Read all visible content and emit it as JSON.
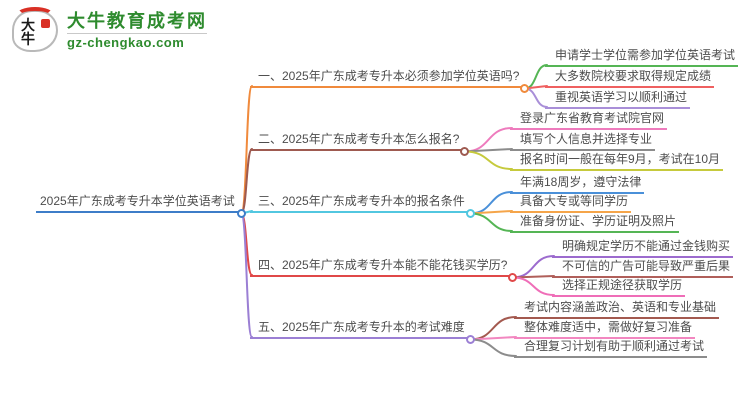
{
  "logo": {
    "icon_text": "大牛",
    "title": "大牛教育成考网",
    "url": "gz-chengkao.com",
    "brand_color": "#2e8b2e",
    "accent_red": "#d93025"
  },
  "mindmap": {
    "central": {
      "label": "2025年广东成考专升本学位英语考试",
      "color": "#3d7dc8"
    },
    "branches": [
      {
        "label": "一、2025年广东成考专升本必须参加学位英语吗?",
        "color": "#f08a3c",
        "children": [
          {
            "label": "申请学士学位需参加学位英语考试",
            "color": "#55b555"
          },
          {
            "label": "大多数院校要求取得规定成绩",
            "color": "#ef6060"
          },
          {
            "label": "重视英语学习以顺利通过",
            "color": "#a98fd8"
          }
        ]
      },
      {
        "label": "二、2025年广东成考专升本怎么报名?",
        "color": "#9e5a50",
        "children": [
          {
            "label": "登录广东省教育考试院官网",
            "color": "#ee7bbd"
          },
          {
            "label": "填写个人信息并选择专业",
            "color": "#8c8c8c"
          },
          {
            "label": "报名时间一般在每年9月，考试在10月",
            "color": "#c6ca3d"
          }
        ]
      },
      {
        "label": "三、2025年广东成考专升本的报名条件",
        "color": "#52c7e0",
        "children": [
          {
            "label": "年满18周岁，遵守法律",
            "color": "#4a90d9"
          },
          {
            "label": "具备大专或等同学历",
            "color": "#f5a54a"
          },
          {
            "label": "准备身份证、学历证明及照片",
            "color": "#55b555"
          }
        ]
      },
      {
        "label": "四、2025年广东成考专升本能不能花钱买学历?",
        "color": "#e04848",
        "children": [
          {
            "label": "明确规定学历不能通过金钱购买",
            "color": "#9c6bce"
          },
          {
            "label": "不可信的广告可能导致严重后果",
            "color": "#b05f5a"
          },
          {
            "label": "选择正规途径获取学历",
            "color": "#ef6eb8"
          }
        ]
      },
      {
        "label": "五、2025年广东成考专升本的考试难度",
        "color": "#9b7fd4",
        "children": [
          {
            "label": "考试内容涵盖政治、英语和专业基础",
            "color": "#a3594f"
          },
          {
            "label": "整体难度适中，需做好复习准备",
            "color": "#f287c0"
          },
          {
            "label": "合理复习计划有助于顺利通过考试",
            "color": "#8c8c8c"
          }
        ]
      }
    ]
  }
}
